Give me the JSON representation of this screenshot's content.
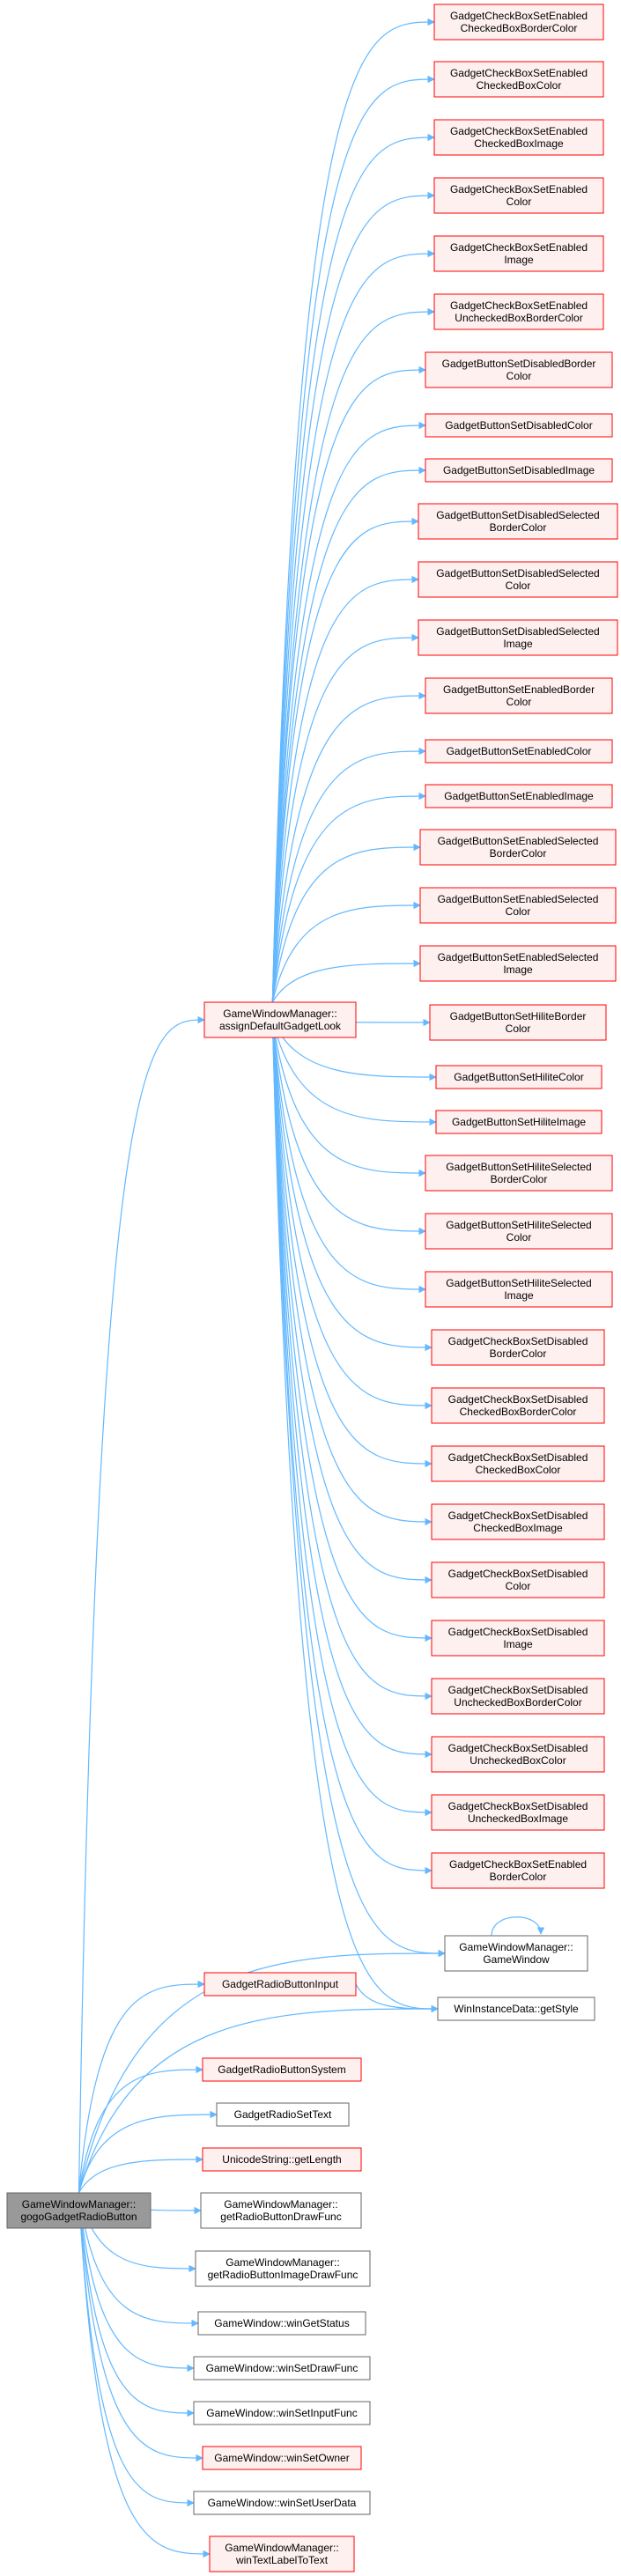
{
  "colors": {
    "edge": "#63b8ff",
    "red_border": "#ff0000",
    "red_fill": "#fff0f0",
    "gray_border": "#666666",
    "white_fill": "#ffffff",
    "focus_fill": "#999999",
    "focus_border": "#666666"
  },
  "nodes": [
    {
      "id": "gogo",
      "lines": [
        "GameWindowManager::",
        "gogoGadgetRadioButton"
      ],
      "style": "focus"
    },
    {
      "id": "assign",
      "lines": [
        "GameWindowManager::",
        "assignDefaultGadgetLook"
      ],
      "style": "red"
    },
    {
      "id": "cb_en_checked_border",
      "lines": [
        "GadgetCheckBoxSetEnabled",
        "CheckedBoxBorderColor"
      ],
      "style": "red"
    },
    {
      "id": "cb_en_checked_color",
      "lines": [
        "GadgetCheckBoxSetEnabled",
        "CheckedBoxColor"
      ],
      "style": "red"
    },
    {
      "id": "cb_en_checked_image",
      "lines": [
        "GadgetCheckBoxSetEnabled",
        "CheckedBoxImage"
      ],
      "style": "red"
    },
    {
      "id": "cb_en_color",
      "lines": [
        "GadgetCheckBoxSetEnabled",
        "Color"
      ],
      "style": "red"
    },
    {
      "id": "cb_en_image",
      "lines": [
        "GadgetCheckBoxSetEnabled",
        "Image"
      ],
      "style": "red"
    },
    {
      "id": "cb_en_unchecked_border",
      "lines": [
        "GadgetCheckBoxSetEnabled",
        "UncheckedBoxBorderColor"
      ],
      "style": "red"
    },
    {
      "id": "btn_dis_border",
      "lines": [
        "GadgetButtonSetDisabledBorder",
        "Color"
      ],
      "style": "red"
    },
    {
      "id": "btn_dis_color",
      "lines": [
        "GadgetButtonSetDisabledColor"
      ],
      "style": "red"
    },
    {
      "id": "btn_dis_image",
      "lines": [
        "GadgetButtonSetDisabledImage"
      ],
      "style": "red"
    },
    {
      "id": "btn_dis_sel_border",
      "lines": [
        "GadgetButtonSetDisabledSelected",
        "BorderColor"
      ],
      "style": "red"
    },
    {
      "id": "btn_dis_sel_color",
      "lines": [
        "GadgetButtonSetDisabledSelected",
        "Color"
      ],
      "style": "red"
    },
    {
      "id": "btn_dis_sel_image",
      "lines": [
        "GadgetButtonSetDisabledSelected",
        "Image"
      ],
      "style": "red"
    },
    {
      "id": "btn_en_border",
      "lines": [
        "GadgetButtonSetEnabledBorder",
        "Color"
      ],
      "style": "red"
    },
    {
      "id": "btn_en_color",
      "lines": [
        "GadgetButtonSetEnabledColor"
      ],
      "style": "red"
    },
    {
      "id": "btn_en_image",
      "lines": [
        "GadgetButtonSetEnabledImage"
      ],
      "style": "red"
    },
    {
      "id": "btn_en_sel_border",
      "lines": [
        "GadgetButtonSetEnabledSelected",
        "BorderColor"
      ],
      "style": "red"
    },
    {
      "id": "btn_en_sel_color",
      "lines": [
        "GadgetButtonSetEnabledSelected",
        "Color"
      ],
      "style": "red"
    },
    {
      "id": "btn_en_sel_image",
      "lines": [
        "GadgetButtonSetEnabledSelected",
        "Image"
      ],
      "style": "red"
    },
    {
      "id": "btn_hi_border",
      "lines": [
        "GadgetButtonSetHiliteBorder",
        "Color"
      ],
      "style": "red"
    },
    {
      "id": "btn_hi_color",
      "lines": [
        "GadgetButtonSetHiliteColor"
      ],
      "style": "red"
    },
    {
      "id": "btn_hi_image",
      "lines": [
        "GadgetButtonSetHiliteImage"
      ],
      "style": "red"
    },
    {
      "id": "btn_hi_sel_border",
      "lines": [
        "GadgetButtonSetHiliteSelected",
        "BorderColor"
      ],
      "style": "red"
    },
    {
      "id": "btn_hi_sel_color",
      "lines": [
        "GadgetButtonSetHiliteSelected",
        "Color"
      ],
      "style": "red"
    },
    {
      "id": "btn_hi_sel_image",
      "lines": [
        "GadgetButtonSetHiliteSelected",
        "Image"
      ],
      "style": "red"
    },
    {
      "id": "cb_dis_border",
      "lines": [
        "GadgetCheckBoxSetDisabled",
        "BorderColor"
      ],
      "style": "red"
    },
    {
      "id": "cb_dis_checked_border",
      "lines": [
        "GadgetCheckBoxSetDisabled",
        "CheckedBoxBorderColor"
      ],
      "style": "red"
    },
    {
      "id": "cb_dis_checked_color",
      "lines": [
        "GadgetCheckBoxSetDisabled",
        "CheckedBoxColor"
      ],
      "style": "red"
    },
    {
      "id": "cb_dis_checked_image",
      "lines": [
        "GadgetCheckBoxSetDisabled",
        "CheckedBoxImage"
      ],
      "style": "red"
    },
    {
      "id": "cb_dis_color",
      "lines": [
        "GadgetCheckBoxSetDisabled",
        "Color"
      ],
      "style": "red"
    },
    {
      "id": "cb_dis_image",
      "lines": [
        "GadgetCheckBoxSetDisabled",
        "Image"
      ],
      "style": "red"
    },
    {
      "id": "cb_dis_unchecked_border",
      "lines": [
        "GadgetCheckBoxSetDisabled",
        "UncheckedBoxBorderColor"
      ],
      "style": "red"
    },
    {
      "id": "cb_dis_unchecked_color",
      "lines": [
        "GadgetCheckBoxSetDisabled",
        "UncheckedBoxColor"
      ],
      "style": "red"
    },
    {
      "id": "cb_dis_unchecked_image",
      "lines": [
        "GadgetCheckBoxSetDisabled",
        "UncheckedBoxImage"
      ],
      "style": "red"
    },
    {
      "id": "cb_en_border",
      "lines": [
        "GadgetCheckBoxSetEnabled",
        "BorderColor"
      ],
      "style": "red"
    },
    {
      "id": "gwm_gamewindow",
      "lines": [
        "GameWindowManager::",
        "GameWindow"
      ],
      "style": "gray"
    },
    {
      "id": "radio_input",
      "lines": [
        "GadgetRadioButtonInput"
      ],
      "style": "red"
    },
    {
      "id": "get_style",
      "lines": [
        "WinInstanceData::getStyle"
      ],
      "style": "gray"
    },
    {
      "id": "radio_system",
      "lines": [
        "GadgetRadioButtonSystem"
      ],
      "style": "red"
    },
    {
      "id": "radio_set_text",
      "lines": [
        "GadgetRadioSetText"
      ],
      "style": "gray"
    },
    {
      "id": "unicode_len",
      "lines": [
        "UnicodeString::getLength"
      ],
      "style": "red"
    },
    {
      "id": "get_radio_draw",
      "lines": [
        "GameWindowManager::",
        "getRadioButtonDrawFunc"
      ],
      "style": "gray"
    },
    {
      "id": "get_radio_img_draw",
      "lines": [
        "GameWindowManager::",
        "getRadioButtonImageDrawFunc"
      ],
      "style": "gray"
    },
    {
      "id": "win_get_status",
      "lines": [
        "GameWindow::winGetStatus"
      ],
      "style": "gray"
    },
    {
      "id": "win_set_draw",
      "lines": [
        "GameWindow::winSetDrawFunc"
      ],
      "style": "gray"
    },
    {
      "id": "win_set_input",
      "lines": [
        "GameWindow::winSetInputFunc"
      ],
      "style": "gray"
    },
    {
      "id": "win_set_owner",
      "lines": [
        "GameWindow::winSetOwner"
      ],
      "style": "red"
    },
    {
      "id": "win_set_user",
      "lines": [
        "GameWindow::winSetUserData"
      ],
      "style": "gray"
    },
    {
      "id": "win_text_label",
      "lines": [
        "GameWindowManager::",
        "winTextLabelToText"
      ],
      "style": "red"
    }
  ],
  "edges": [
    {
      "from": "gogo",
      "to": "assign"
    },
    {
      "from": "gogo",
      "to": "gwm_gamewindow"
    },
    {
      "from": "gogo",
      "to": "radio_input"
    },
    {
      "from": "gogo",
      "to": "get_style"
    },
    {
      "from": "gogo",
      "to": "radio_system"
    },
    {
      "from": "gogo",
      "to": "radio_set_text"
    },
    {
      "from": "gogo",
      "to": "unicode_len"
    },
    {
      "from": "gogo",
      "to": "get_radio_draw"
    },
    {
      "from": "gogo",
      "to": "get_radio_img_draw"
    },
    {
      "from": "gogo",
      "to": "win_get_status"
    },
    {
      "from": "gogo",
      "to": "win_set_draw"
    },
    {
      "from": "gogo",
      "to": "win_set_input"
    },
    {
      "from": "gogo",
      "to": "win_set_owner"
    },
    {
      "from": "gogo",
      "to": "win_set_user"
    },
    {
      "from": "gogo",
      "to": "win_text_label"
    },
    {
      "from": "radio_input",
      "to": "get_style"
    },
    {
      "from": "gwm_gamewindow",
      "to": "gwm_gamewindow"
    },
    {
      "from": "assign",
      "to": "cb_en_checked_border"
    },
    {
      "from": "assign",
      "to": "cb_en_checked_color"
    },
    {
      "from": "assign",
      "to": "cb_en_checked_image"
    },
    {
      "from": "assign",
      "to": "cb_en_color"
    },
    {
      "from": "assign",
      "to": "cb_en_image"
    },
    {
      "from": "assign",
      "to": "cb_en_unchecked_border"
    },
    {
      "from": "assign",
      "to": "btn_dis_border"
    },
    {
      "from": "assign",
      "to": "btn_dis_color"
    },
    {
      "from": "assign",
      "to": "btn_dis_image"
    },
    {
      "from": "assign",
      "to": "btn_dis_sel_border"
    },
    {
      "from": "assign",
      "to": "btn_dis_sel_color"
    },
    {
      "from": "assign",
      "to": "btn_dis_sel_image"
    },
    {
      "from": "assign",
      "to": "btn_en_border"
    },
    {
      "from": "assign",
      "to": "btn_en_color"
    },
    {
      "from": "assign",
      "to": "btn_en_image"
    },
    {
      "from": "assign",
      "to": "btn_en_sel_border"
    },
    {
      "from": "assign",
      "to": "btn_en_sel_color"
    },
    {
      "from": "assign",
      "to": "btn_en_sel_image"
    },
    {
      "from": "assign",
      "to": "btn_hi_border"
    },
    {
      "from": "assign",
      "to": "btn_hi_color"
    },
    {
      "from": "assign",
      "to": "btn_hi_image"
    },
    {
      "from": "assign",
      "to": "btn_hi_sel_border"
    },
    {
      "from": "assign",
      "to": "btn_hi_sel_color"
    },
    {
      "from": "assign",
      "to": "btn_hi_sel_image"
    },
    {
      "from": "assign",
      "to": "cb_dis_border"
    },
    {
      "from": "assign",
      "to": "cb_dis_checked_border"
    },
    {
      "from": "assign",
      "to": "cb_dis_checked_color"
    },
    {
      "from": "assign",
      "to": "cb_dis_checked_image"
    },
    {
      "from": "assign",
      "to": "cb_dis_color"
    },
    {
      "from": "assign",
      "to": "cb_dis_image"
    },
    {
      "from": "assign",
      "to": "cb_dis_unchecked_border"
    },
    {
      "from": "assign",
      "to": "cb_dis_unchecked_color"
    },
    {
      "from": "assign",
      "to": "cb_dis_unchecked_image"
    },
    {
      "from": "assign",
      "to": "cb_en_border"
    },
    {
      "from": "assign",
      "to": "gwm_gamewindow"
    },
    {
      "from": "assign",
      "to": "get_style"
    }
  ]
}
